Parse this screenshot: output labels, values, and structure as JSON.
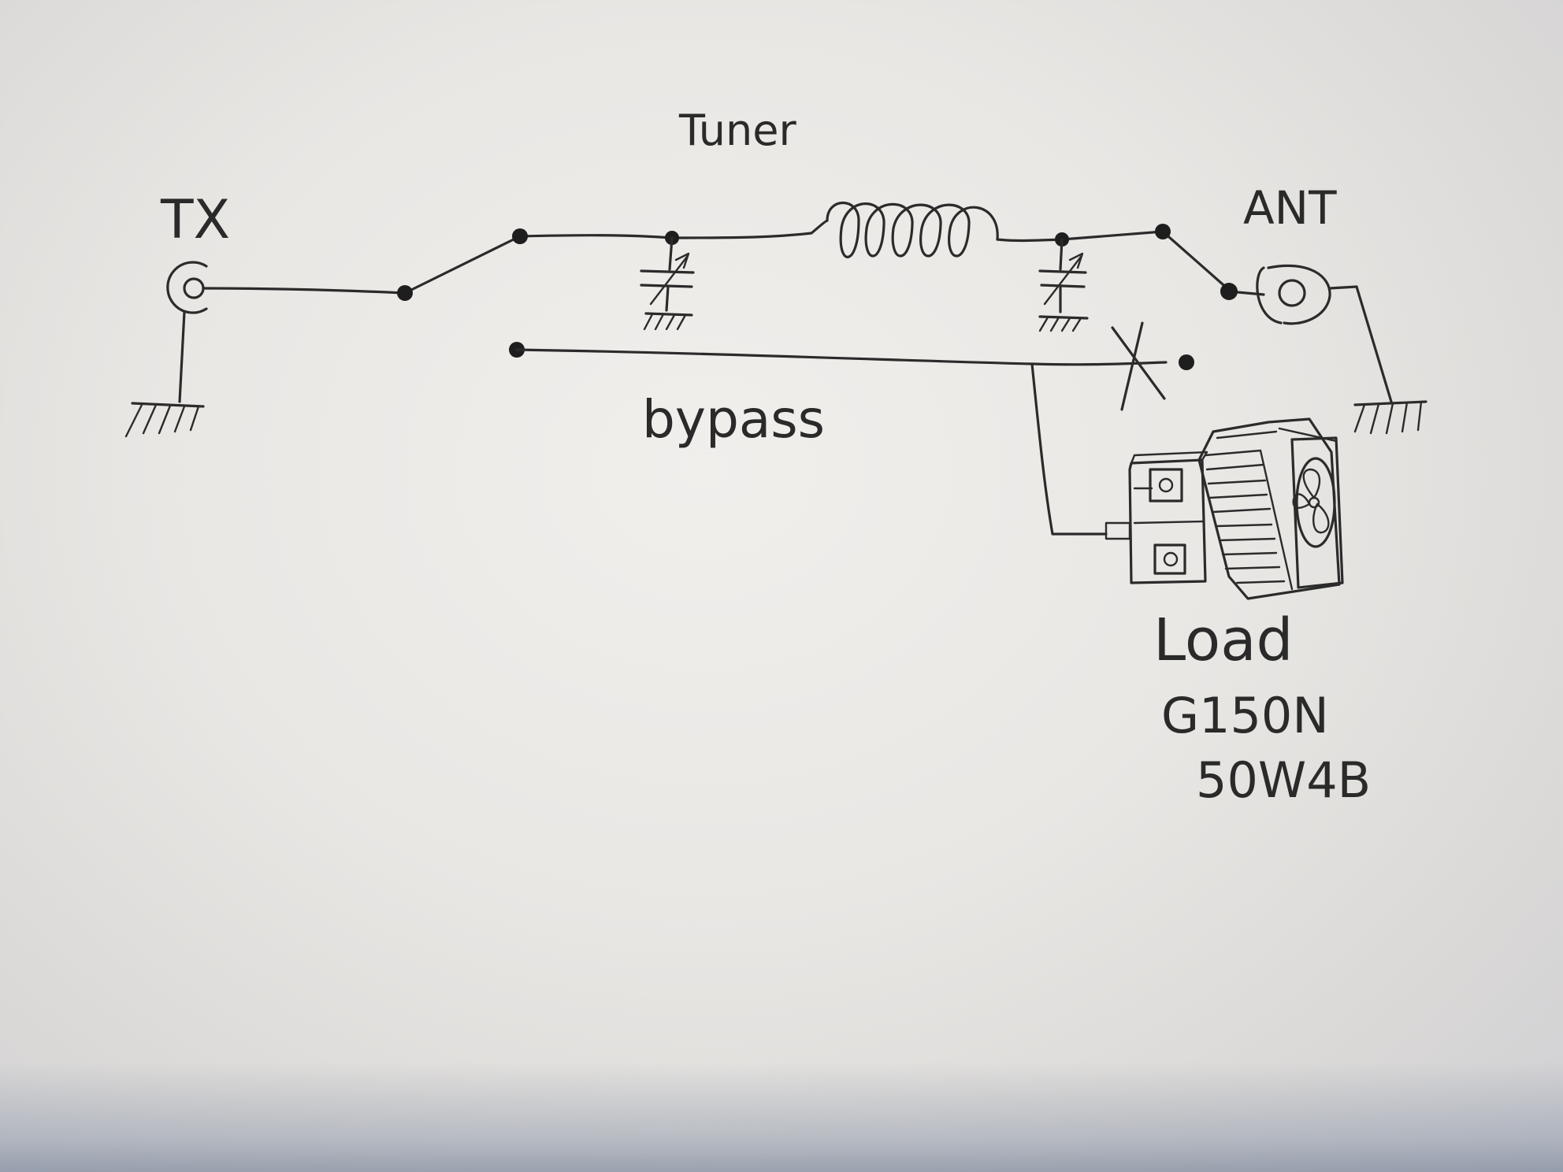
{
  "labels": {
    "tuner": "Tuner",
    "tx": "TX",
    "ant": "ANT",
    "bypass": "bypass",
    "load": "Load",
    "model_line1": "G150N",
    "model_line2": "50W4B"
  },
  "colors": {
    "ink": "#2b2b2b",
    "paper": "#ecebe8"
  }
}
